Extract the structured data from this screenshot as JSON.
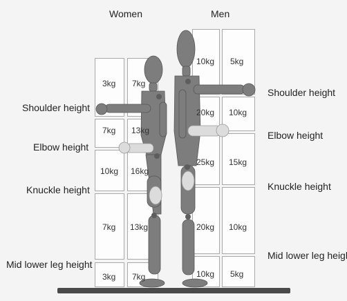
{
  "headers": {
    "women": "Women",
    "men": "Men"
  },
  "left_labels": {
    "shoulder": "Shoulder height",
    "elbow": "Elbow height",
    "knuckle": "Knuckle height",
    "mid_lower_leg": "Mid lower leg height"
  },
  "right_labels": {
    "shoulder": "Shoulder height",
    "elbow": "Elbow height",
    "knuckle": "Knuckle height",
    "mid_lower_leg": "Mid lower leg height"
  },
  "women": {
    "above_shoulder": [
      "3kg",
      "7kg"
    ],
    "shoulder_to_elbow": [
      "7kg",
      "13kg"
    ],
    "elbow_to_knuckle": [
      "10kg",
      "16kg"
    ],
    "knuckle_to_mid_leg": [
      "7kg",
      "13kg"
    ],
    "below_mid_leg": [
      "3kg",
      "7kg"
    ]
  },
  "men": {
    "above_shoulder": [
      "10kg",
      "5kg"
    ],
    "shoulder_to_elbow": [
      "20kg",
      "10kg"
    ],
    "elbow_to_knuckle": [
      "25kg",
      "15kg"
    ],
    "knuckle_to_mid_leg": [
      "20kg",
      "10kg"
    ],
    "below_mid_leg": [
      "10kg",
      "5kg"
    ]
  },
  "colors": {
    "figure": "#7d7d7d",
    "figure_light": "#dcdcdc",
    "floor": "#4a4a4a"
  }
}
